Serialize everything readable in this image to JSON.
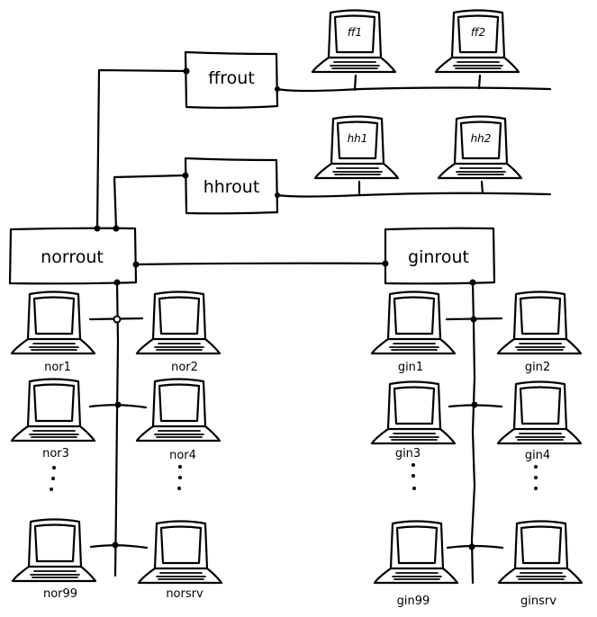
{
  "diagram": {
    "routers": [
      {
        "id": "ffrout",
        "label": "ffrout"
      },
      {
        "id": "hhrout",
        "label": "hhrout"
      },
      {
        "id": "norrout",
        "label": "norrout"
      },
      {
        "id": "ginrout",
        "label": "ginrout"
      }
    ],
    "ff_hosts": [
      {
        "label": "ff1"
      },
      {
        "label": "ff2"
      }
    ],
    "hh_hosts": [
      {
        "label": "hh1"
      },
      {
        "label": "hh2"
      }
    ],
    "nor_hosts": [
      {
        "label": "nor1"
      },
      {
        "label": "nor2"
      },
      {
        "label": "nor3"
      },
      {
        "label": "nor4"
      },
      {
        "label": "nor99"
      },
      {
        "label": "norsrv"
      }
    ],
    "gin_hosts": [
      {
        "label": "gin1"
      },
      {
        "label": "gin2"
      },
      {
        "label": "gin3"
      },
      {
        "label": "gin4"
      },
      {
        "label": "gin99"
      },
      {
        "label": "ginsrv"
      }
    ],
    "links": [
      {
        "from": "norrout",
        "to": "ffrout"
      },
      {
        "from": "norrout",
        "to": "hhrout"
      },
      {
        "from": "norrout",
        "to": "ginrout"
      },
      {
        "from": "ffrout",
        "to": "ff-lan"
      },
      {
        "from": "hhrout",
        "to": "hh-lan"
      },
      {
        "from": "norrout",
        "to": "nor-lan"
      },
      {
        "from": "ginrout",
        "to": "gin-lan"
      }
    ],
    "ellipsis": "⋮"
  }
}
